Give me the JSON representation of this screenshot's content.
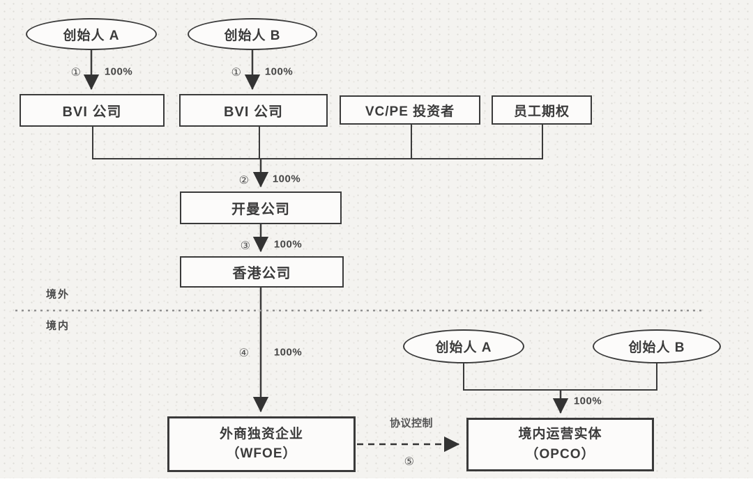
{
  "colors": {
    "background": "#f4f3f0",
    "line": "#3a3a3a",
    "box_fill": "#fcfbfa",
    "divider": "#909090",
    "text": "#3b3b3b"
  },
  "regions": {
    "offshore": "境外",
    "onshore": "境内"
  },
  "nodes": {
    "founder_a_top": "创始人 A",
    "founder_b_top": "创始人 B",
    "bvi_1": "BVI 公司",
    "bvi_2": "BVI 公司",
    "vc_pe": "VC/PE 投资者",
    "esop": "员工期权",
    "cayman": "开曼公司",
    "hongkong": "香港公司",
    "wfoe_line1": "外商独资企业",
    "wfoe_line2": "（WFOE）",
    "founder_a_bottom": "创始人 A",
    "founder_b_bottom": "创始人 B",
    "opco_line1": "境内运营实体",
    "opco_line2": "（OPCO）"
  },
  "edges": {
    "founder_a_bvi": {
      "step": "①",
      "pct": "100%"
    },
    "founder_b_bvi": {
      "step": "①",
      "pct": "100%"
    },
    "shareholders_cayman": {
      "step": "②",
      "pct": "100%"
    },
    "cayman_hongkong": {
      "step": "③",
      "pct": "100%"
    },
    "hongkong_wfoe": {
      "step": "④",
      "pct": "100%"
    },
    "founders_opco": {
      "pct": "100%"
    },
    "wfoe_opco": {
      "step": "⑤",
      "label": "协议控制"
    }
  }
}
